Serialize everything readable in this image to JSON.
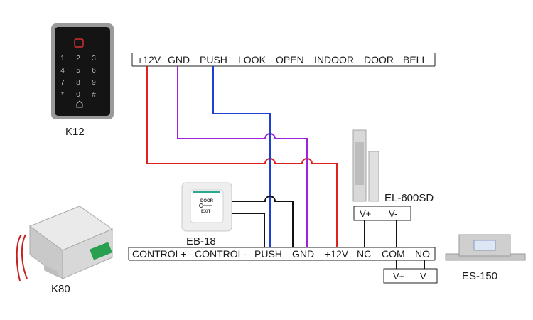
{
  "devices": {
    "k12": {
      "label": "K12"
    },
    "k80": {
      "label": "K80"
    },
    "eb18": {
      "label": "EB-18",
      "face_top": "DOOR",
      "face_bottom": "EXIT"
    },
    "el600sd": {
      "label": "EL-600SD"
    },
    "es150": {
      "label": "ES-150"
    }
  },
  "k12_keypad": [
    "1",
    "2",
    "3",
    "4",
    "5",
    "6",
    "7",
    "8",
    "9",
    "*",
    "0",
    "#"
  ],
  "k12_terminals": [
    "+12V",
    "GND",
    "PUSH",
    "LOOK",
    "OPEN",
    "INDOOR",
    "DOOR",
    "BELL"
  ],
  "k80_terminals": [
    "CONTROL+",
    "CONTROL-",
    "PUSH",
    "GND",
    "+12V",
    "NC",
    "COM",
    "NO"
  ],
  "el600sd_terminals": [
    "V+",
    "V-"
  ],
  "es150_terminals": [
    "V+",
    "V-"
  ],
  "wire_colors": {
    "red": "#e0201c",
    "purple": "#a020e0",
    "blue": "#1f3fd0",
    "black": "#111111"
  }
}
